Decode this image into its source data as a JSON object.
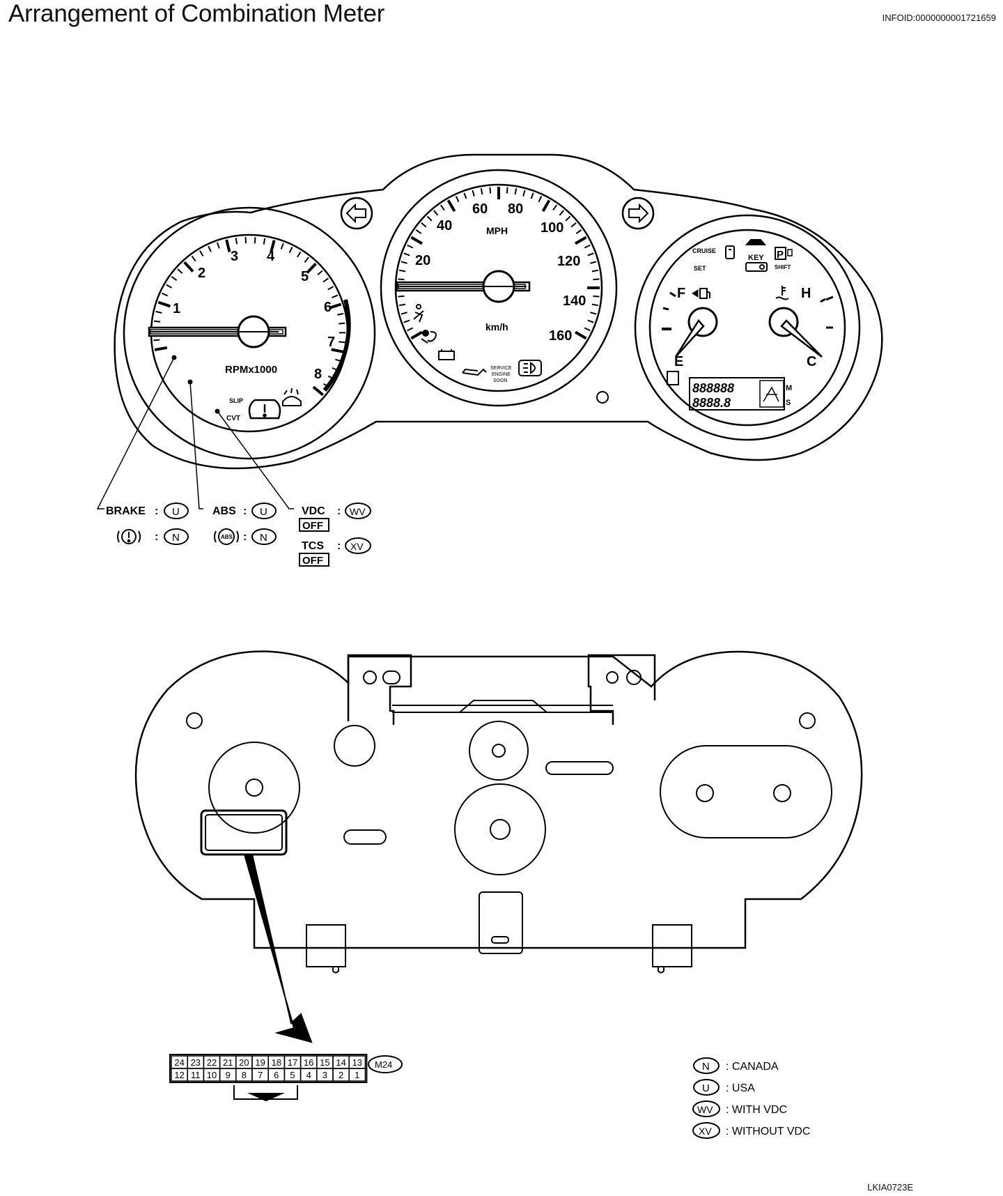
{
  "title": "Arrangement of Combination Meter",
  "info_id": "INFOID:0000000001721659",
  "figure_id": "LKIA0723E",
  "tachometer": {
    "numbers": [
      "1",
      "2",
      "3",
      "4",
      "5",
      "6",
      "7",
      "8"
    ],
    "unit_label": "RPMx1000",
    "slip_label": "SLIP",
    "cvt_label": "CVT"
  },
  "speedometer": {
    "mph_numbers": [
      "20",
      "40",
      "60",
      "80",
      "100",
      "120",
      "140",
      "160"
    ],
    "mph_label": "MPH",
    "kmh_label": "km/h",
    "service_lines": [
      "SERVICE",
      "ENGINE",
      "SOON"
    ]
  },
  "gauge_cluster": {
    "fuel_full": "F",
    "fuel_empty": "E",
    "temp_hot": "H",
    "temp_cold": "C",
    "cruise_label": "CRUISE",
    "set_label": "SET",
    "key_label": "KEY",
    "shift_label": "SHIFT",
    "shift_p": "P",
    "odo_digits": "888888",
    "trip_digits": "8888.8",
    "odo_m": "M",
    "odo_s": "S"
  },
  "callouts": {
    "brake": {
      "label": "BRAKE",
      "sep": ":",
      "code": "U"
    },
    "brake_alt": {
      "sep": ":",
      "code": "N"
    },
    "abs": {
      "label": "ABS",
      "sep": ":",
      "code": "U"
    },
    "abs_alt": {
      "icon_text": "ABS",
      "sep": ":",
      "code": "N"
    },
    "vdc": {
      "label": "VDC",
      "off": "OFF",
      "sep": ":",
      "code": "WV"
    },
    "tcs": {
      "label": "TCS",
      "off": "OFF",
      "sep": ":",
      "code": "XV"
    }
  },
  "connector": {
    "id": "M24",
    "top_row": [
      "24",
      "23",
      "22",
      "21",
      "20",
      "19",
      "18",
      "17",
      "16",
      "15",
      "14",
      "13"
    ],
    "bottom_row": [
      "12",
      "11",
      "10",
      "9",
      "8",
      "7",
      "6",
      "5",
      "4",
      "3",
      "2",
      "1"
    ]
  },
  "legend": [
    {
      "code": "N",
      "text": ": CANADA"
    },
    {
      "code": "U",
      "text": ": USA"
    },
    {
      "code": "WV",
      "text": ": WITH VDC"
    },
    {
      "code": "XV",
      "text": ": WITHOUT VDC"
    }
  ]
}
